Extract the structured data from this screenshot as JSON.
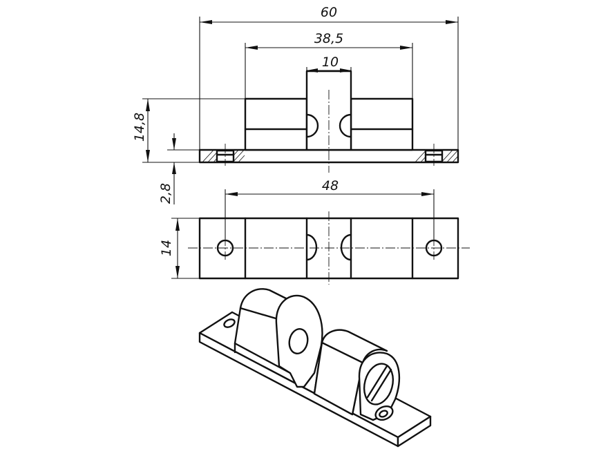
{
  "dimensions": {
    "overall_length": "60",
    "roller_span": "38,5",
    "center_gap": "10",
    "total_height": "14,8",
    "base_thickness": "2,8",
    "hole_spacing": "48",
    "width": "14"
  },
  "colors": {
    "line": "#111111",
    "background": "#ffffff"
  }
}
